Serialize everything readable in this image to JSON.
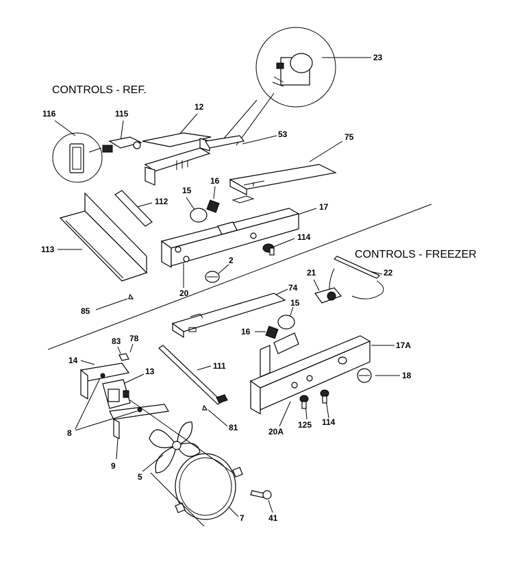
{
  "titles": {
    "ref": "CONTROLS - REF.",
    "freezer": "CONTROLS - FREEZER"
  },
  "labels": {
    "l23": "23",
    "l116": "116",
    "l115": "115",
    "l12": "12",
    "l53": "53",
    "l75": "75",
    "l15a": "15",
    "l16a": "16",
    "l112": "112",
    "l17": "17",
    "l113": "113",
    "l114a": "114",
    "l2": "2",
    "l20": "20",
    "l85": "85",
    "l22": "22",
    "l21": "21",
    "l74": "74",
    "l15b": "15",
    "l16b": "16",
    "l17A": "17A",
    "l83": "83",
    "l78": "78",
    "l14": "14",
    "l13": "13",
    "l111": "111",
    "l18": "18",
    "l8": "8",
    "l125": "125",
    "l114b": "114",
    "l20A": "20A",
    "l81": "81",
    "l9": "9",
    "l5": "5",
    "l41": "41",
    "l7": "7"
  }
}
